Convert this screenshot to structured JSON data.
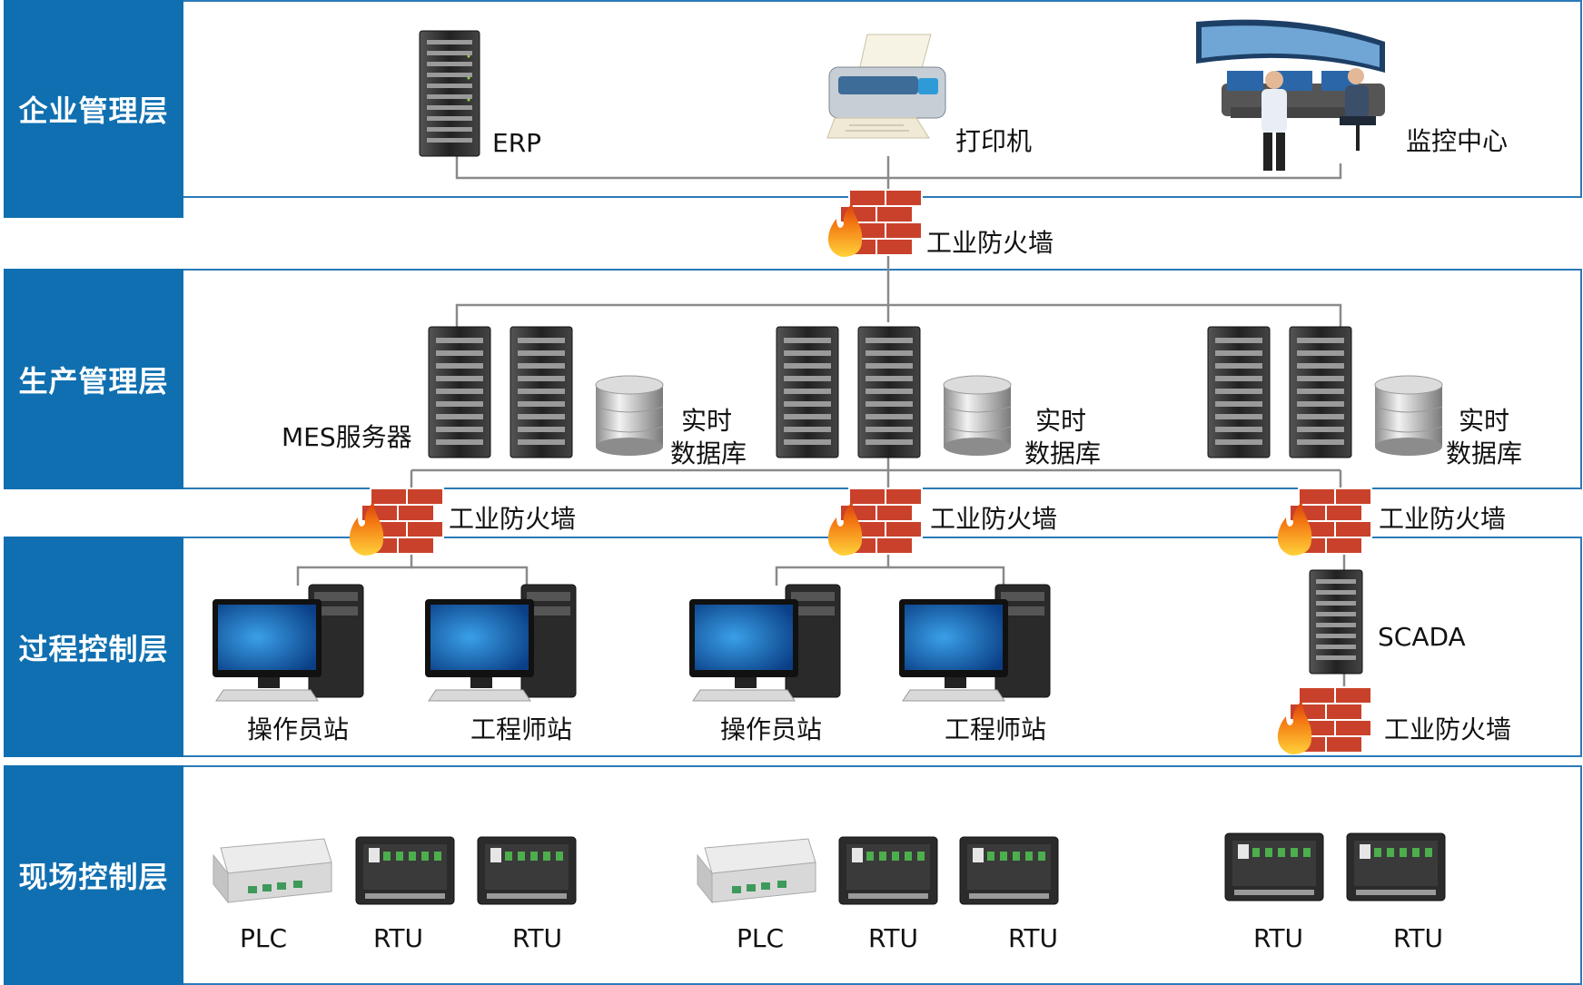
{
  "layers": [
    {
      "label": "企业管理层"
    },
    {
      "label": "生产管理层"
    },
    {
      "label": "过程控制层"
    },
    {
      "label": "现场控制层"
    }
  ],
  "enterprise": {
    "erp": "ERP",
    "printer": "打印机",
    "monitor_center": "监控中心"
  },
  "firewall_label": "工业防火墙",
  "production": {
    "mes": "MES服务器",
    "rtdb_line1": "实时",
    "rtdb_line2": "数据库"
  },
  "process": {
    "operator": "操作员站",
    "engineer": "工程师站",
    "scada": "SCADA"
  },
  "field": {
    "plc": "PLC",
    "rtu": "RTU"
  },
  "colors": {
    "label_bg": "#0f6fb0",
    "border": "#2a7ab8",
    "wire": "#8a8a8a",
    "brick": "#c9412b",
    "flame": "#f39a1e"
  }
}
